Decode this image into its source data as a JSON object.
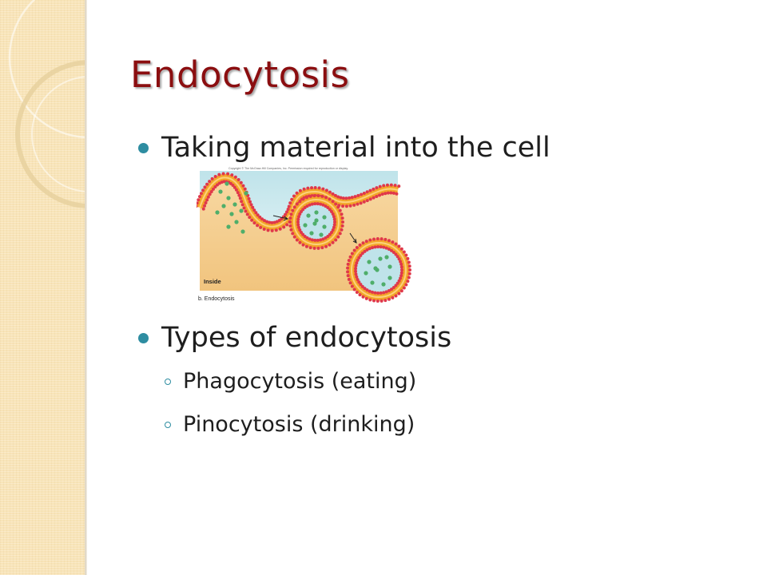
{
  "slide": {
    "title": "Endocytosis",
    "bullets": [
      {
        "text": "Taking material into the cell"
      },
      {
        "text": "Types of endocytosis",
        "sub": [
          "Phagocytosis (eating)",
          "Pinocytosis (drinking)"
        ]
      }
    ]
  },
  "figure": {
    "copyright": "Copyright © The McGraw-Hill Companies, Inc. Permission required for reproduction or display.",
    "inside_label": "Inside",
    "caption": "b. Endocytosis"
  },
  "colors": {
    "title": "#8b0e10",
    "bullet": "#2e8da1",
    "side_panel": "#f8e4b8",
    "membrane_head": "#e0384a",
    "membrane_tail": "#f3a62a",
    "particle": "#4fae6a"
  }
}
